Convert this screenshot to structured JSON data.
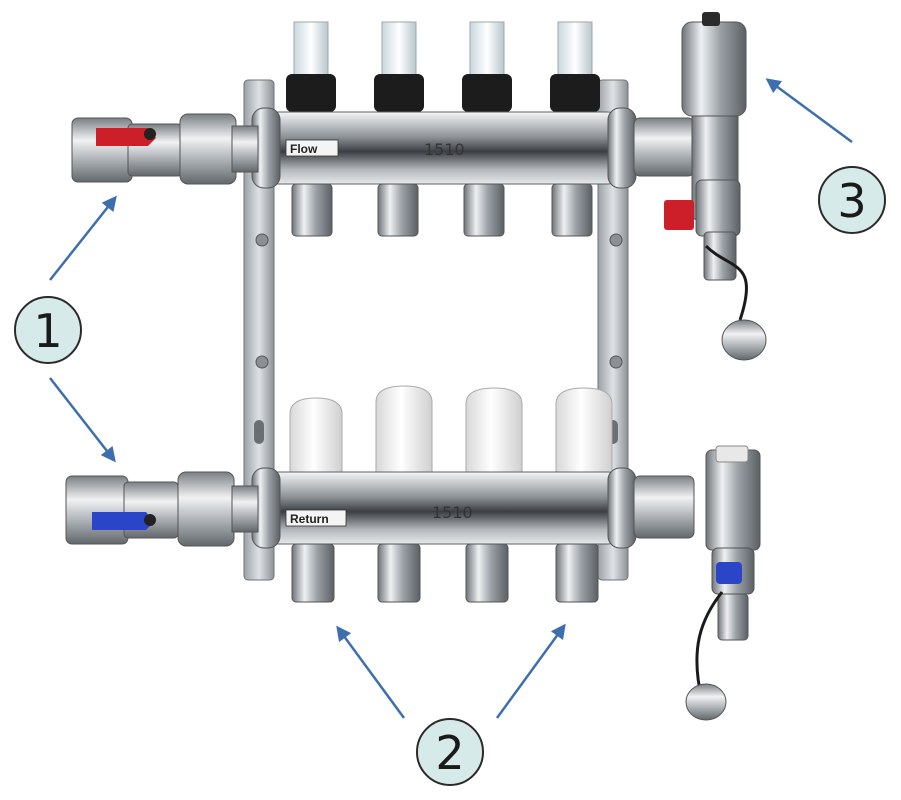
{
  "manifold": {
    "flow_label": "Flow",
    "return_label": "Return",
    "model_top": "1510",
    "model_bottom": "1510",
    "outlet_count": 4
  },
  "callouts": [
    {
      "id": "1",
      "label": "1"
    },
    {
      "id": "2",
      "label": "2"
    },
    {
      "id": "3",
      "label": "3"
    }
  ],
  "colors": {
    "arrow": "#3d6fb0",
    "callout_fill": "#d7eaea",
    "callout_stroke": "#2a2a2a",
    "valve_red": "#cc1f2a",
    "valve_blue": "#2a45c8",
    "steel": "#b9bdc2",
    "brass_chrome": "#c9ccd0"
  }
}
